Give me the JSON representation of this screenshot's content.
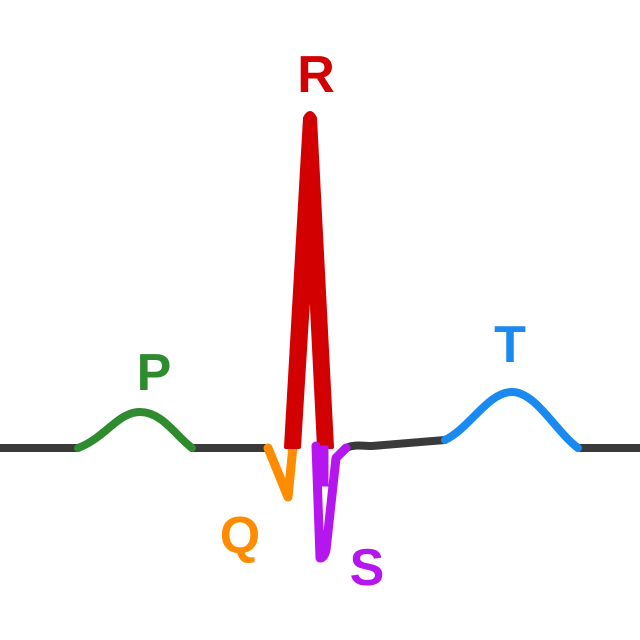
{
  "diagram": {
    "labels": {
      "p": "P",
      "q": "Q",
      "r": "R",
      "s": "S",
      "t": "T"
    },
    "colors": {
      "baseline": "#3a3a3a",
      "p": "#2e8b2e",
      "q": "#ff8c00",
      "r": "#d20000",
      "s": "#b516f0",
      "t": "#1a8af0"
    }
  }
}
